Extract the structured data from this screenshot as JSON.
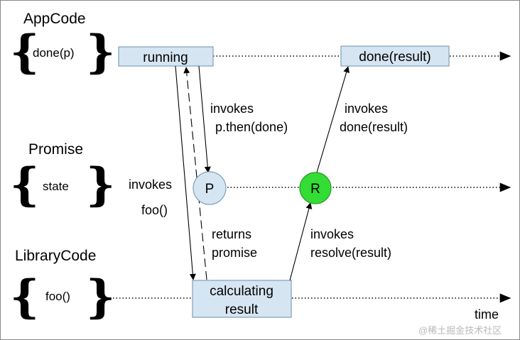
{
  "lanes": {
    "app": {
      "title": "AppCode",
      "sub": "done(p)"
    },
    "promise": {
      "title": "Promise",
      "sub": "state"
    },
    "library": {
      "title": "LibraryCode",
      "sub": "foo()"
    }
  },
  "boxes": {
    "running": "running",
    "done": "done(result)",
    "calc_line1": "calculating",
    "calc_line2": "result"
  },
  "nodes": {
    "p": "P",
    "r": "R"
  },
  "edges": {
    "invokes_then": {
      "line1": "invokes",
      "line2": "p.then(done)"
    },
    "invokes_done": {
      "line1": "invokes",
      "line2": "done(result)"
    },
    "invokes_foo": {
      "line1": "invokes",
      "line2": "foo()"
    },
    "returns_promise": {
      "line1": "returns",
      "line2": "promise"
    },
    "invokes_resolve": {
      "line1": "invokes",
      "line2": "resolve(result)"
    }
  },
  "axis": {
    "label": "time"
  },
  "watermark": "@稀土掘金技术社区",
  "colors": {
    "box_fill": "#d6e5f2",
    "box_stroke": "#7f9fb5",
    "node_p_fill": "#d6e5f2",
    "node_r_fill": "#33dd33"
  }
}
